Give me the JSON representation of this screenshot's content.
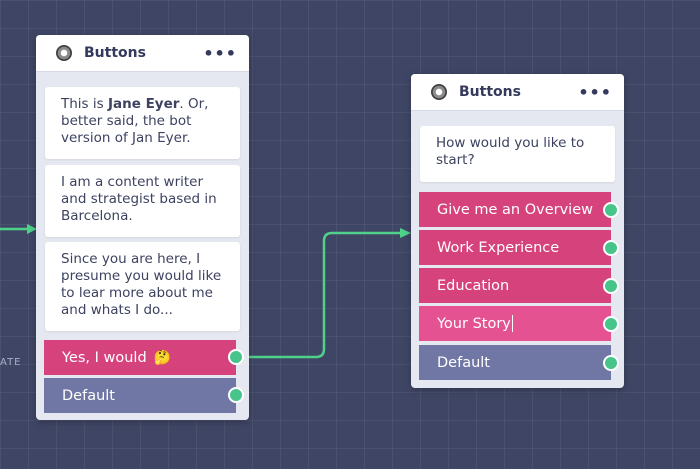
{
  "colors": {
    "background": "#3f4665",
    "connector": "#4fd18a",
    "button_pink": "#d6437c",
    "button_pink_alt": "#e45292",
    "button_default": "#7077a5",
    "port": "#47c48a"
  },
  "canvas": {
    "partial_label": "ATE"
  },
  "node_left": {
    "icon": "bot-avatar-icon",
    "title": "Buttons",
    "menu": "•••",
    "messages": [
      {
        "pre": "This is ",
        "bold": "Jane Eyer",
        "post": ". Or, better said, the bot version of Jan Eyer."
      },
      {
        "text": "I am a content writer and strategist based in Barcelona."
      },
      {
        "text": "Since you are here, I presume you would like to lear more about me and whats I do..."
      }
    ],
    "buttons": [
      {
        "label": "Yes, I would",
        "emoji": "🤔",
        "color": "#d6437c"
      },
      {
        "label": "Default",
        "color": "#7077a5"
      }
    ]
  },
  "node_right": {
    "icon": "bot-avatar-icon",
    "title": "Buttons",
    "menu": "•••",
    "messages": [
      {
        "text": "How would you like to start?"
      }
    ],
    "buttons": [
      {
        "label": "Give me an Overview",
        "color": "#d6437c"
      },
      {
        "label": "Work Experience",
        "color": "#d6437c"
      },
      {
        "label": "Education",
        "color": "#d6437c"
      },
      {
        "label": "Your Story",
        "color": "#e45292",
        "editing": true
      },
      {
        "label": "Default",
        "color": "#7077a5"
      }
    ]
  }
}
